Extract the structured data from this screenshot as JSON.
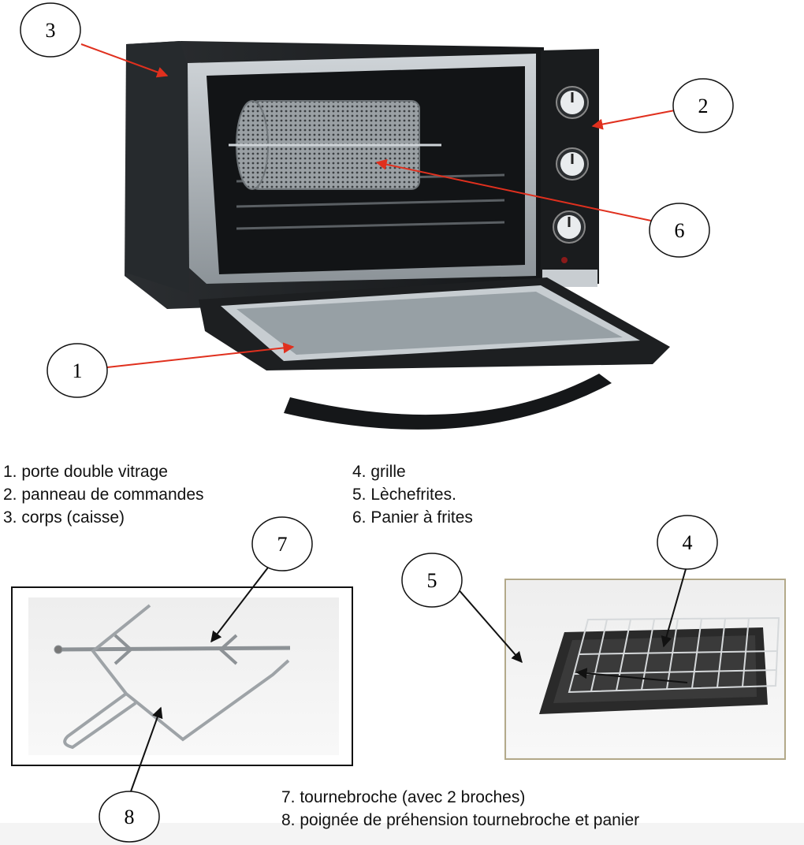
{
  "callouts": {
    "c1": "1",
    "c2": "2",
    "c3": "3",
    "c4": "4",
    "c5": "5",
    "c6": "6",
    "c7": "7",
    "c8": "8"
  },
  "legend": {
    "items": [
      "1. porte double vitrage",
      "2. panneau de commandes",
      "3. corps (caisse)",
      "4. grille",
      "5. Lèchefrites.",
      "6. Panier à frites",
      "7. tournebroche (avec 2 broches)",
      "8. poignée de préhension tournebroche et panier"
    ]
  },
  "colors": {
    "arrow_red": "#e0301e",
    "arrow_black": "#111111",
    "oven_body": "#1f2225",
    "oven_frame": "#c9ced3",
    "tray": "#2a2a2a",
    "photo_frame": "#b3a98a"
  },
  "icons": [
    "oven",
    "rotisserie-basket",
    "control-knob",
    "rotisserie-spit",
    "handle",
    "baking-tray",
    "wire-rack"
  ]
}
